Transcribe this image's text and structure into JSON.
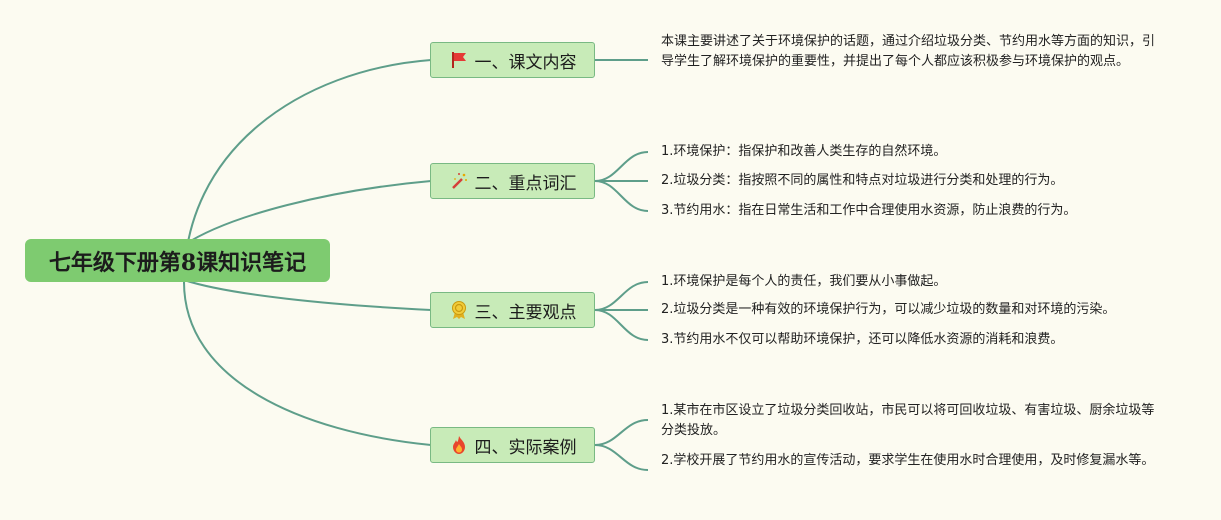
{
  "root": {
    "title": "七年级下册第8课知识笔记"
  },
  "branches": [
    {
      "title": "一、课文内容",
      "icon": "red-flag-icon",
      "items": [
        "本课主要讲述了关于环境保护的话题，通过介绍垃圾分类、节约用水等方面的知识，引导学生了解环境保护的重要性，并提出了每个人都应该积极参与环境保护的观点。"
      ]
    },
    {
      "title": "二、重点词汇",
      "icon": "magic-wand-icon",
      "items": [
        "1.环境保护：指保护和改善人类生存的自然环境。",
        "2.垃圾分类：指按照不同的属性和特点对垃圾进行分类和处理的行为。",
        "3.节约用水：指在日常生活和工作中合理使用水资源，防止浪费的行为。"
      ]
    },
    {
      "title": "三、主要观点",
      "icon": "award-medal-icon",
      "items": [
        "1.环境保护是每个人的责任，我们要从小事做起。",
        "2.垃圾分类是一种有效的环境保护行为，可以减少垃圾的数量和对环境的污染。",
        "3.节约用水不仅可以帮助环境保护，还可以降低水资源的消耗和浪费。"
      ]
    },
    {
      "title": "四、实际案例",
      "icon": "fire-icon",
      "items": [
        "1.某市在市区设立了垃圾分类回收站，市民可以将可回收垃圾、有害垃圾、厨余垃圾等分类投放。",
        "2.学校开展了节约用水的宣传活动，要求学生在使用水时合理使用，及时修复漏水等。"
      ]
    }
  ],
  "colors": {
    "background": "#fcfbf1",
    "root": "#7ecb70",
    "branch": "#c8ebb8",
    "branch_border": "#79b983",
    "line": "#5e9e8a"
  }
}
